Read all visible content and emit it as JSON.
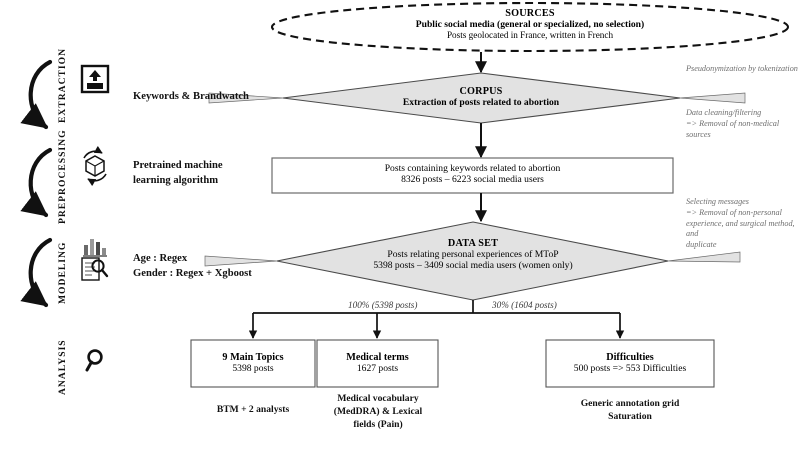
{
  "diagram": {
    "title": "Study pipeline flowchart: social media abortion corpus",
    "colors": {
      "shape_fill": "#e2e2e2",
      "shape_stroke": "#4a4a4a",
      "box_stroke": "#6b6b6b",
      "arrow": "#111111",
      "note_text": "#6f6f6f",
      "branch_text": "#3a3a3a"
    }
  },
  "phases": [
    {
      "id": "extraction",
      "label": "EXTRACTION",
      "icon": "upload-box-icon"
    },
    {
      "id": "preprocessing",
      "label": "PREPROCESSING",
      "icon": "package-refresh-icon"
    },
    {
      "id": "modeling",
      "label": "MODELING",
      "icons": [
        "bar-chart-icon",
        "document-search-icon"
      ]
    },
    {
      "id": "analysis",
      "label": "ANALYSIS",
      "icon": "magnifier-icon"
    }
  ],
  "nodes": {
    "sources": {
      "shape": "ellipse-dashed",
      "title": "SOURCES",
      "line2": "Public social media (general or specialized, no selection)",
      "line3": "Posts geolocated in France, written in French"
    },
    "corpus": {
      "shape": "diamond",
      "title": "CORPUS",
      "line2": "Extraction of posts related to abortion"
    },
    "posts_box": {
      "shape": "rectangle",
      "line1": "Posts containing keywords related to abortion",
      "line2": "8326 posts – 6223 social media users"
    },
    "dataset": {
      "shape": "diamond",
      "title": "DATA SET",
      "line2": "Posts relating personal experiences of MToP",
      "line3": "5398 posts – 3409 social media users (women only)"
    }
  },
  "side_labels": [
    {
      "id": "keywords",
      "text": "Keywords & Brandwatch"
    },
    {
      "id": "pretrained",
      "line1": "Pretrained machine",
      "line2": "learning algorithm"
    },
    {
      "id": "agegender",
      "line1": "Age : Regex",
      "line2": "Gender : Regex + Xgboost"
    }
  ],
  "right_notes": [
    {
      "id": "pseudonymization",
      "lines": [
        "Pseudonymization by tokenization"
      ]
    },
    {
      "id": "data-cleaning",
      "lines": [
        "Data cleaning/filtering",
        "=> Removal of non-medical sources"
      ]
    },
    {
      "id": "selecting",
      "lines": [
        "Selecting messages",
        "=> Removal of non-personal",
        "experience, and surgical method, and",
        "duplicate"
      ]
    }
  ],
  "branch_labels": [
    {
      "id": "left-branch",
      "text": "100% (5398 posts)"
    },
    {
      "id": "right-branch",
      "text": "30% (1604 posts)"
    }
  ],
  "outputs": [
    {
      "id": "topics",
      "title": "9 Main Topics",
      "sub": "5398 posts",
      "caption": [
        "BTM + 2 analysts"
      ]
    },
    {
      "id": "medical-terms",
      "title": "Medical terms",
      "sub": "1627 posts",
      "caption": [
        "Medical vocabulary",
        "(MedDRA) & Lexical",
        "fields (Pain)"
      ]
    },
    {
      "id": "difficulties",
      "title": "Difficulties",
      "sub": "500 posts => 553 Difficulties",
      "caption": [
        "Generic annotation grid",
        "Saturation"
      ]
    }
  ]
}
